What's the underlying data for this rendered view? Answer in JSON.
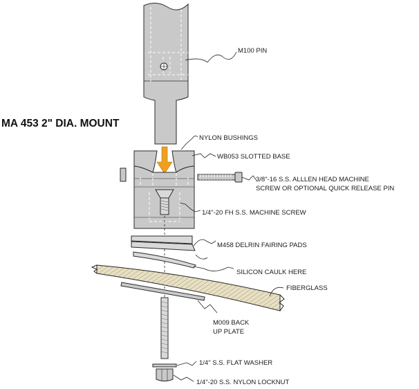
{
  "title": "MA 453 2\" DIA. MOUNT",
  "labels": {
    "m100_pin": "M100 PIN",
    "nylon_bushings": "NYLON BUSHINGS",
    "wb053_slotted_base": "WB053 SLOTTED BASE",
    "machine_screw_line1": "3/8\"-16 S.S. ALLLEN HEAD MACHINE",
    "machine_screw_line2": "SCREW OR OPTIONAL QUICK RELEASE PIN",
    "fh_screw": "1/4\"-20 FH S.S. MACHINE SCREW",
    "fairing_pads": "M458 DELRIN FAIRING PADS",
    "silicon_caulk": "SILICON CAULK HERE",
    "fiberglass": "FIBERGLASS",
    "backup_plate_line1": "M009 BACK",
    "backup_plate_line2": "UP PLATE",
    "flat_washer": "1/4\" S.S. FLAT WASHER",
    "locknut": "1/4\"-20 S.S. NYLON LOCKNUT"
  },
  "colors": {
    "part_fill": "#c9c9c9",
    "part_stroke": "#2a2a2a",
    "arrow": "#f0a020",
    "fiberglass_fill": "#e8e0c4",
    "fiberglass_hatch": "#8a7c55"
  },
  "icons": {
    "direction_arrow": "down-arrow-icon"
  }
}
